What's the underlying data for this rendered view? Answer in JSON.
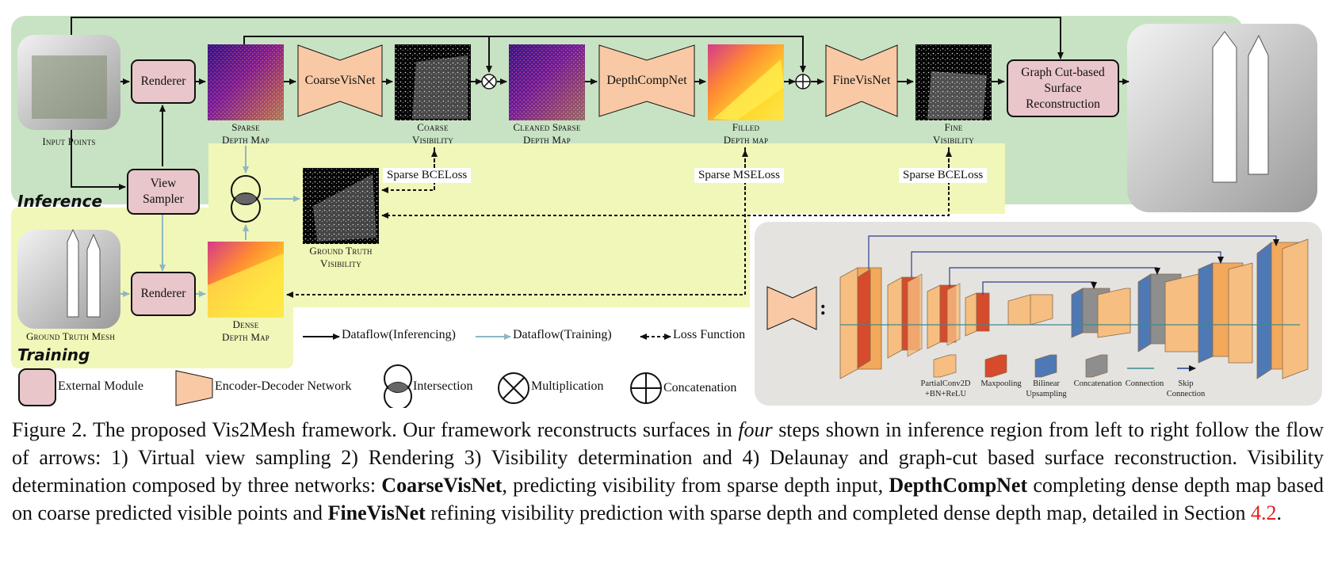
{
  "labels": {
    "input_points": "Input Points",
    "sparse_depth_1": "Sparse",
    "sparse_depth_2": "Depth Map",
    "coarse_vis_1": "Coarse",
    "coarse_vis_2": "Visibility",
    "cleaned_1": "Cleaned Sparse",
    "cleaned_2": "Depth Map",
    "filled_1": "Filled",
    "filled_2": "Depth map",
    "fine_vis_1": "Fine",
    "fine_vis_2": "Visibility",
    "gt_vis_1": "Ground Truth",
    "gt_vis_2": "Visibility",
    "dense_1": "Dense",
    "dense_2": "Depth Map",
    "gt_mesh": "Ground Truth Mesh"
  },
  "modules": {
    "renderer_top": "Renderer",
    "renderer_bottom": "Renderer",
    "view_sampler": "View Sampler",
    "graph_cut": "Graph Cut-based Surface Reconstruction"
  },
  "networks": {
    "coarse": "CoarseVisNet",
    "depthcomp": "DepthCompNet",
    "fine": "FineVisNet"
  },
  "losses": {
    "coarse_loss": "Sparse BCELoss",
    "mse_loss": "Sparse MSELoss",
    "fine_loss": "Sparse BCELoss"
  },
  "regions": {
    "inference": "Inference",
    "training": "Training"
  },
  "flow_legend": {
    "inferencing": "Dataflow(Inferencing)",
    "training": "Dataflow(Training)",
    "loss": "Loss Function"
  },
  "symbol_legend": {
    "external": "External Module",
    "encdec": "Encoder-Decoder Network",
    "intersection": "Intersection",
    "multiplication": "Multiplication",
    "concatenation": "Concatenation"
  },
  "unet_legend": {
    "colon": ":",
    "partial_1": "PartialConv2D",
    "partial_2": "+BN+ReLU",
    "maxpool": "Maxpooling",
    "bilinear_1": "Bilinear",
    "bilinear_2": "Upsampling",
    "concat": "Concatenation",
    "connection": "Connection",
    "skip_1": "Skip",
    "skip_2": "Connection"
  },
  "caption": {
    "p1": "Figure 2. The proposed Vis2Mesh framework. Our framework reconstructs surfaces in ",
    "p1_em": "four",
    "p2": " steps shown in inference region from left to right follow the flow of arrows: 1) Virtual view sampling 2) Rendering 3) Visibility determination and 4) Delaunay and graph-cut based surface reconstruction. Visibility determination composed by three networks: ",
    "b1": "CoarseVisNet",
    "p3": ", predicting visibility from sparse depth input, ",
    "b2": "DepthCompNet",
    "p4": " completing dense depth map based on coarse predicted visible points and ",
    "b3": "FineVisNet",
    "p5": " refining visibility prediction with sparse depth and completed dense depth map, detailed in Section ",
    "ref": "4.2",
    "p6": "."
  },
  "colors": {
    "inference_bg": "#c8e3c3",
    "training_bg": "#f1f7b8",
    "legend_panel_bg": "#e5e3e0",
    "module_fill": "#e9c6c9",
    "network_fill": "#f9c9a5",
    "training_arrow": "#8fb7c4",
    "caption_ref": "#e0201b"
  }
}
